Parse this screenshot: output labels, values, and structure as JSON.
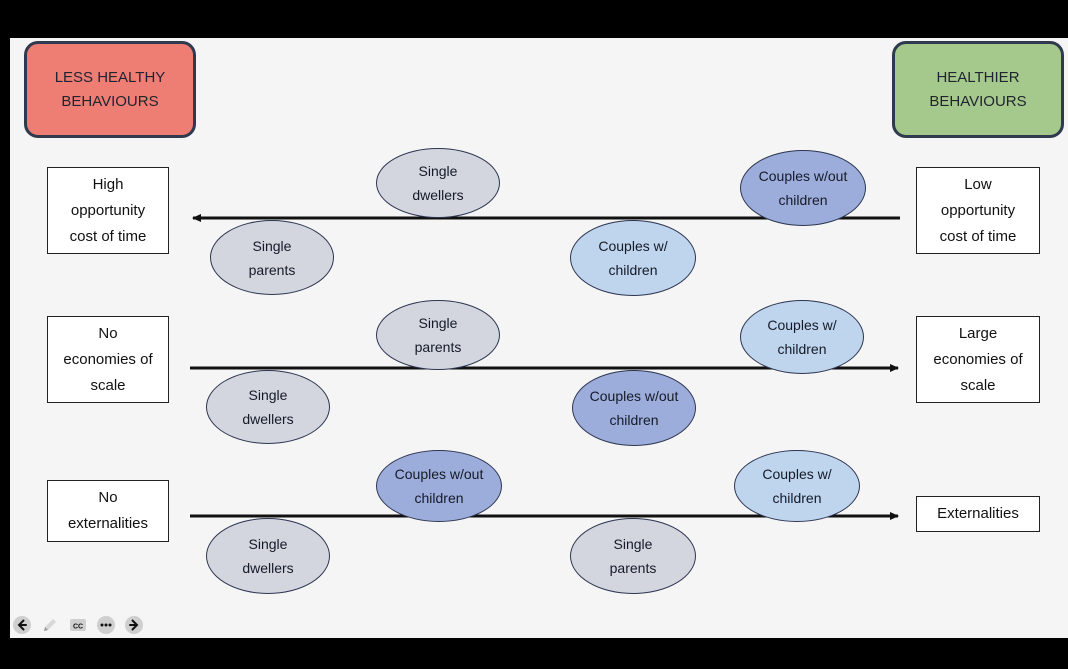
{
  "badges": {
    "less_healthy": "LESS HEALTHY\nBEHAVIOURS",
    "healthier": "HEALTHIER\nBEHAVIOURS"
  },
  "rows": [
    {
      "left_label": "High\nopportunity\ncost of time",
      "right_label": "Low\nopportunity\ncost of time",
      "arrow_direction": "left",
      "nodes": [
        "Single\ndwellers",
        "Couples w/out\nchildren",
        "Single\nparents",
        "Couples w/\nchildren"
      ]
    },
    {
      "left_label": "No\neconomies of\nscale",
      "right_label": "Large\neconomies of\nscale",
      "arrow_direction": "right",
      "nodes": [
        "Single\nparents",
        "Couples w/\nchildren",
        "Single\ndwellers",
        "Couples w/out\nchildren"
      ]
    },
    {
      "left_label": "No\nexternalities",
      "right_label": "Externalities",
      "arrow_direction": "right",
      "nodes": [
        "Couples w/out\nchildren",
        "Couples w/\nchildren",
        "Single\ndwellers",
        "Single\nparents"
      ]
    }
  ],
  "colors": {
    "less_healthy": "#ee7d73",
    "healthier": "#a5c98d",
    "single_household": "#d3d6de",
    "couples_with_children": "#bed5ed",
    "couples_without_children": "#9daddb"
  },
  "controls": [
    "previous-icon",
    "pen-icon",
    "closed-captions-icon",
    "more-icon",
    "next-icon"
  ]
}
